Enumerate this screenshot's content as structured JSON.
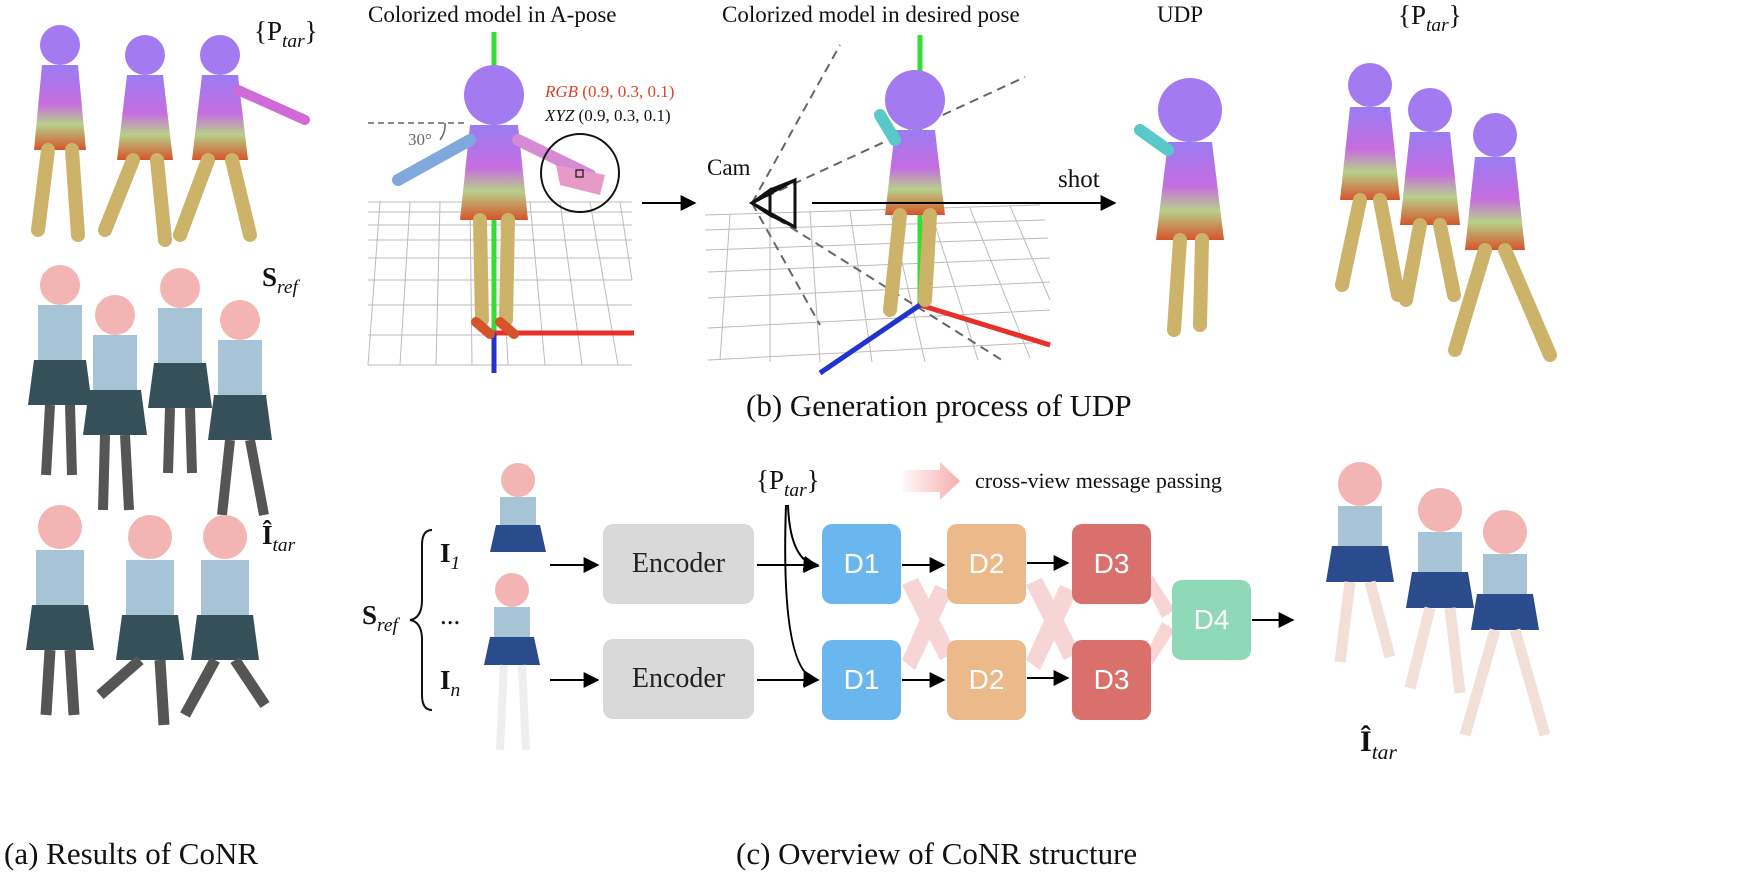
{
  "panel_a": {
    "caption": "(a) Results of CoNR",
    "label_p_tar": "{P",
    "label_p_sub": "tar",
    "label_s_ref": "S",
    "label_s_sub": "ref",
    "label_i_tar": "Î",
    "label_i_sub": "tar"
  },
  "panel_b": {
    "caption": "(b) Generation process of UDP",
    "title_apose": "Colorized model in A-pose",
    "title_desired": "Colorized model in desired pose",
    "title_udp": "UDP",
    "title_ptar": "{P",
    "title_ptar_sub": "tar",
    "rgb_label": "RGB",
    "rgb_value": "(0.9, 0.3, 0.1)",
    "xyz_label": "XYZ",
    "xyz_value": "(0.9, 0.3, 0.1)",
    "angle": "30°",
    "cam": "Cam",
    "shot": "shot"
  },
  "panel_c": {
    "caption": "(c) Overview of CoNR structure",
    "legend": "cross-view message passing",
    "ptar": "{P",
    "ptar_sub": "tar",
    "sref": "S",
    "sref_sub": "ref",
    "i1": "I",
    "i1_sub": "1",
    "dots": "...",
    "in": "I",
    "in_sub": "n",
    "encoder_top": "Encoder",
    "encoder_bottom": "Encoder",
    "d1_top": "D1",
    "d1_bottom": "D1",
    "d2_top": "D2",
    "d2_bottom": "D2",
    "d3_top": "D3",
    "d3_bottom": "D3",
    "d4": "D4",
    "itar": "Î",
    "itar_sub": "tar"
  },
  "colors": {
    "encoder": "#d9d9d9",
    "d1": "#6ab7f0",
    "d2": "#ebb98a",
    "d3": "#d9706c",
    "d4": "#8fd8b8",
    "message_arrow": "#f4a5a5",
    "rgb_text": "#d9452c",
    "axis_x": "#e8302a",
    "axis_y": "#33dd33",
    "axis_z": "#2233cc"
  }
}
